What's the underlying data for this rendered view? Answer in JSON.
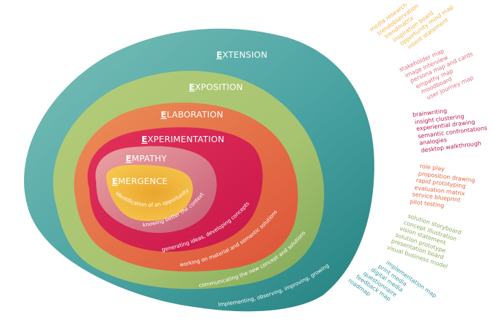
{
  "diagram": {
    "type": "nested-onion",
    "layers": [
      {
        "id": "extension",
        "cap": "E",
        "rest": "XTENSION",
        "title": "EXTENSION",
        "caption": "Implementing, observing, improving, growing",
        "color": "#3f9c9d",
        "color_light": "#74b9b4"
      },
      {
        "id": "exposition",
        "cap": "E",
        "rest": "XPOSITION",
        "title": "EXPOSITION",
        "caption": "communicating the new concept and solutions",
        "color": "#8fb563",
        "color_light": "#b5ca76"
      },
      {
        "id": "elaboration",
        "cap": "E",
        "rest": "LABORATION",
        "title": "ELABORATION",
        "caption": "working on material and semantic solutions",
        "color": "#e0633f",
        "color_light": "#eb8a55"
      },
      {
        "id": "experimentation",
        "cap": "E",
        "rest": "XPERIMENTATION",
        "title": "EXPERIMENTATION",
        "caption": "generating ideas, developing concepts",
        "color": "#d81f4f",
        "color_light": "#e4325a"
      },
      {
        "id": "empathy",
        "cap": "E",
        "rest": "MPATHY",
        "title": "EMPATHY",
        "caption": "knowing better the context",
        "color": "#c9667a",
        "color_light": "#e29597"
      },
      {
        "id": "emergence",
        "cap": "E",
        "rest": "MERGENCE",
        "title": "EMERGENCE",
        "caption": "identification of an opportunity",
        "color": "#ecae35",
        "color_light": "#f3c34a"
      }
    ]
  },
  "methods": {
    "emergence": {
      "color": "#f3b34a",
      "items": [
        "media research",
        "trendobservation",
        "trendmatrix",
        "inspiration board",
        "opportunity mind map",
        "intent statement"
      ]
    },
    "empathy": {
      "color": "#e0707c",
      "items": [
        "stakeholder map",
        "image interview",
        "persona map and cards",
        "empathy map",
        "moodboard",
        "user journey map"
      ]
    },
    "experimentation": {
      "color": "#b81a4f",
      "items": [
        "brainwriting",
        "insight clustering",
        "experiential drawing",
        "semantic confrontations",
        "analogies",
        "desktop walkthrough"
      ]
    },
    "elaboration": {
      "color": "#e4673d",
      "items": [
        "role play",
        "proposition drawing",
        "rapid prototyping",
        "evaluation matrix",
        "service blueprint",
        "pilot testing"
      ]
    },
    "exposition": {
      "color": "#86b05a",
      "items": [
        "solution storyboard",
        "concept illustration",
        "vision statement",
        "solution prototype",
        "presentation board",
        "visual business model"
      ]
    },
    "extension": {
      "color": "#3a9aa6",
      "items": [
        "implementation map",
        "print media",
        "digital media",
        "questionnaire",
        "feedback map",
        "roadmap"
      ]
    }
  }
}
